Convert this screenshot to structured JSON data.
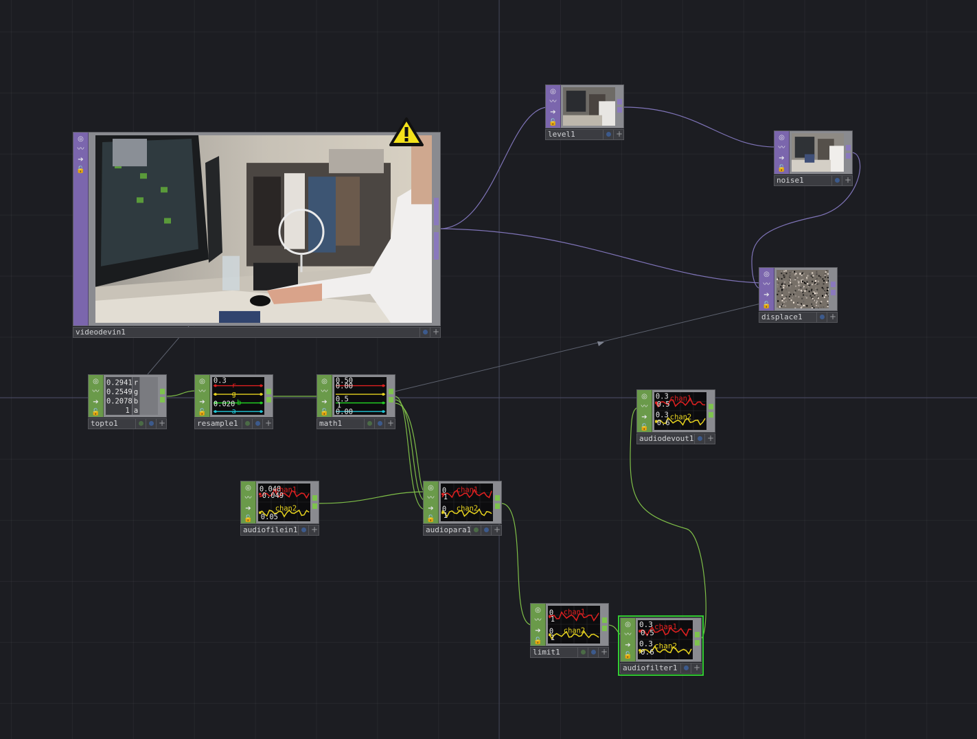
{
  "nodes": {
    "videodevin1": {
      "name": "videodevin1"
    },
    "level1": {
      "name": "level1"
    },
    "noise1": {
      "name": "noise1"
    },
    "displace1": {
      "name": "displace1"
    },
    "topto1": {
      "name": "topto1",
      "rows": [
        {
          "value": "0.2941",
          "channel": "r"
        },
        {
          "value": "0.2549",
          "channel": "g"
        },
        {
          "value": "0.2078",
          "channel": "b"
        },
        {
          "value": "1",
          "channel": "a"
        }
      ]
    },
    "resample1": {
      "name": "resample1",
      "channels": [
        "r",
        "g",
        "b",
        "a"
      ],
      "values": [
        "0.3",
        "0.020"
      ]
    },
    "math1": {
      "name": "math1",
      "values": [
        "0.50",
        "0.00",
        "0.5",
        "1",
        "0.00"
      ]
    },
    "audiodevout1": {
      "name": "audiodevout1",
      "channels": [
        "chan1",
        "chan2"
      ],
      "values": [
        "0.3",
        "0.5",
        "0.3",
        "0.6"
      ]
    },
    "audiofilein1": {
      "name": "audiofilein1",
      "channels": [
        "chan1",
        "chan2"
      ],
      "values": [
        "0.048",
        "0.049",
        "0.05"
      ]
    },
    "audiopara1": {
      "name": "audiopara1",
      "channels": [
        "chan1",
        "chan2"
      ],
      "values": [
        "0",
        "1",
        "0",
        "1"
      ]
    },
    "limit1": {
      "name": "limit1",
      "channels": [
        "chan1",
        "chan2"
      ],
      "values": [
        "0",
        "1",
        "0",
        "1"
      ]
    },
    "audiofilter1": {
      "name": "audiofilter1",
      "channels": [
        "chan1",
        "chan2"
      ],
      "values": [
        "0.3",
        "0.5",
        "0.3",
        "0.6"
      ]
    }
  },
  "colors": {
    "background": "#1c1d22",
    "top_family": "#7b66ad",
    "chop_family": "#6a9a4a",
    "top_wire": "#7f74b8",
    "chop_wire": "#7fbf48",
    "selected": "#33cc33",
    "chan1": "#e02020",
    "chan2": "#e6d21e",
    "warning": "#f4e21a"
  },
  "icons": [
    "viewer-flag-icon",
    "cook-flag-icon",
    "bypass-flag-icon",
    "lock-flag-icon",
    "warning-icon"
  ]
}
